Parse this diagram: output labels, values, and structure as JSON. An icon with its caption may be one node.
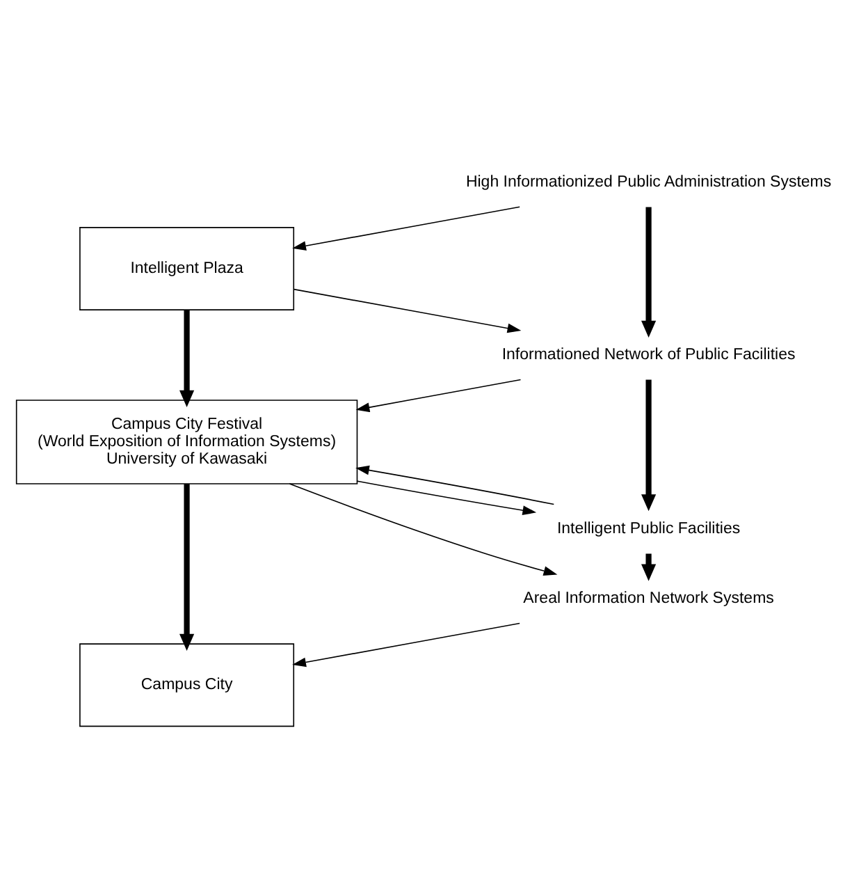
{
  "diagram": {
    "nodes": [
      {
        "text": [
          "Intelligent Plaza"
        ]
      },
      {
        "text": [
          "Campus City Festival",
          "(World Exposition of Information Systems)",
          "University of Kawasaki"
        ]
      },
      {
        "text": [
          "Campus City"
        ]
      },
      {
        "text": [
          "High Informationized Public Administration Systems"
        ]
      },
      {
        "text": [
          "Informationed Network of Public Facilities"
        ]
      },
      {
        "text": [
          "Intelligent Public Facilities"
        ]
      },
      {
        "text": [
          "Areal Information Network Systems"
        ]
      }
    ],
    "edges": [
      {
        "from": 3,
        "to": 0,
        "arrow": "to"
      },
      {
        "from": 0,
        "to": 4,
        "arrow": "to"
      },
      {
        "from": 4,
        "to": 1,
        "arrow": "to"
      },
      {
        "from": 1,
        "to": 5,
        "arrow": "to"
      },
      {
        "from": 5,
        "to": 1,
        "arrow": "to"
      },
      {
        "from": 1,
        "to": 6,
        "arrow": "to"
      },
      {
        "from": 6,
        "to": 2,
        "arrow": "to"
      },
      {
        "from": 0,
        "to": 1,
        "arrow": "to",
        "style": "thick"
      },
      {
        "from": 1,
        "to": 2,
        "arrow": "to",
        "style": "thick"
      },
      {
        "from": 3,
        "to": 4,
        "arrow": "to",
        "style": "thick"
      },
      {
        "from": 4,
        "to": 5,
        "arrow": "to",
        "style": "thick"
      },
      {
        "from": 5,
        "to": 6,
        "arrow": "to",
        "style": "thick"
      }
    ]
  }
}
